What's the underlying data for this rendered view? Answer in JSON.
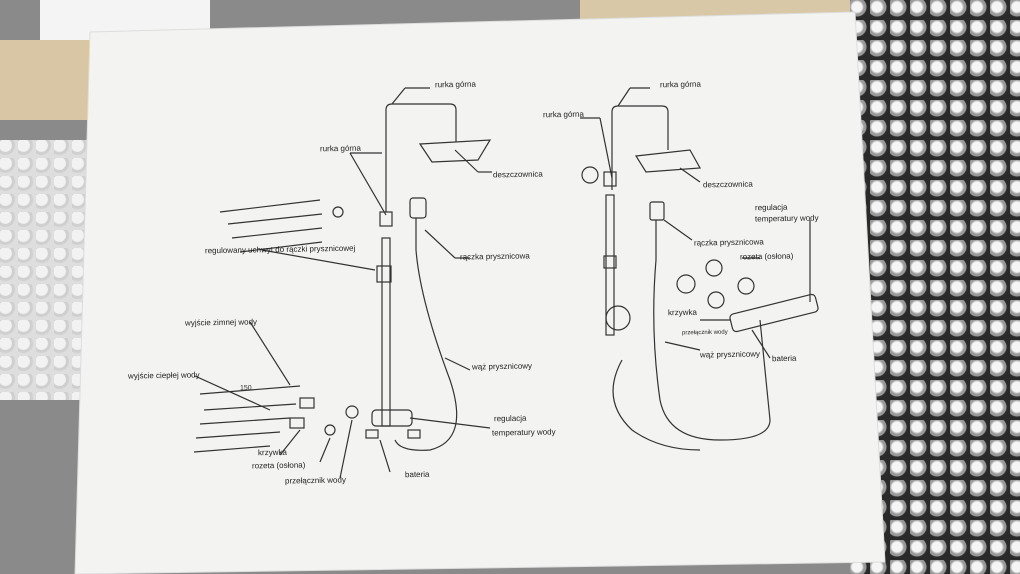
{
  "labels": {
    "left": {
      "rurka_gorna_top": "rurka górna",
      "rurka_gorna_mid": "rurka górna",
      "deszczownica": "deszczownica",
      "uchwyt": "regulowany uchwyt do rączki prysznicowej",
      "raczka": "rączka prysznicowa",
      "zimna": "wyjście zimnej wody",
      "ciepla": "wyjście ciepłej wody",
      "waz": "wąż prysznicowy",
      "regulacja_1": "regulacja",
      "regulacja_2": "temperatury  wody",
      "krzywka": "krzywka",
      "rozeta": "rozeta (osłona)",
      "przelacznik": "przełącznik wody",
      "bateria": "bateria",
      "dim": "150"
    },
    "right": {
      "rurka_gorna_top": "rurka górna",
      "rurka_gorna_left": "rurka górna",
      "deszczownica": "deszczownica",
      "regulacja_1": "regulacja",
      "regulacja_2": "temperatury wody",
      "raczka": "rączka prysznicowa",
      "rozeta": "rozeta (osłona)",
      "krzywka": "krzywka",
      "przelacznik": "przełącznik wody",
      "waz": "wąż prysznicowy",
      "bateria": "bateria"
    }
  }
}
